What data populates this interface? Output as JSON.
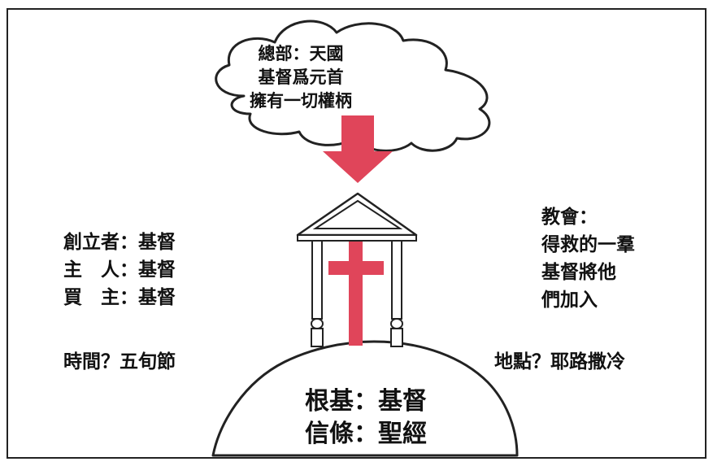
{
  "cloud": {
    "line1": "總部：天國",
    "line2": "基督爲元首",
    "line3": "擁有一切權柄"
  },
  "left": {
    "line1": "創立者：基督",
    "line2": "主　人：基督",
    "line3": "買　主：基督",
    "time": "時間？五旬節"
  },
  "right": {
    "line1": "教會：",
    "line2": "得救的一羣",
    "line3": "基督將他",
    "line4": "們加入",
    "place": "地點？耶路撒冷"
  },
  "hill": {
    "line1": "根基：基督",
    "line2": "信條：聖經"
  },
  "colors": {
    "accent": "#e0455a",
    "outline": "#222222"
  }
}
